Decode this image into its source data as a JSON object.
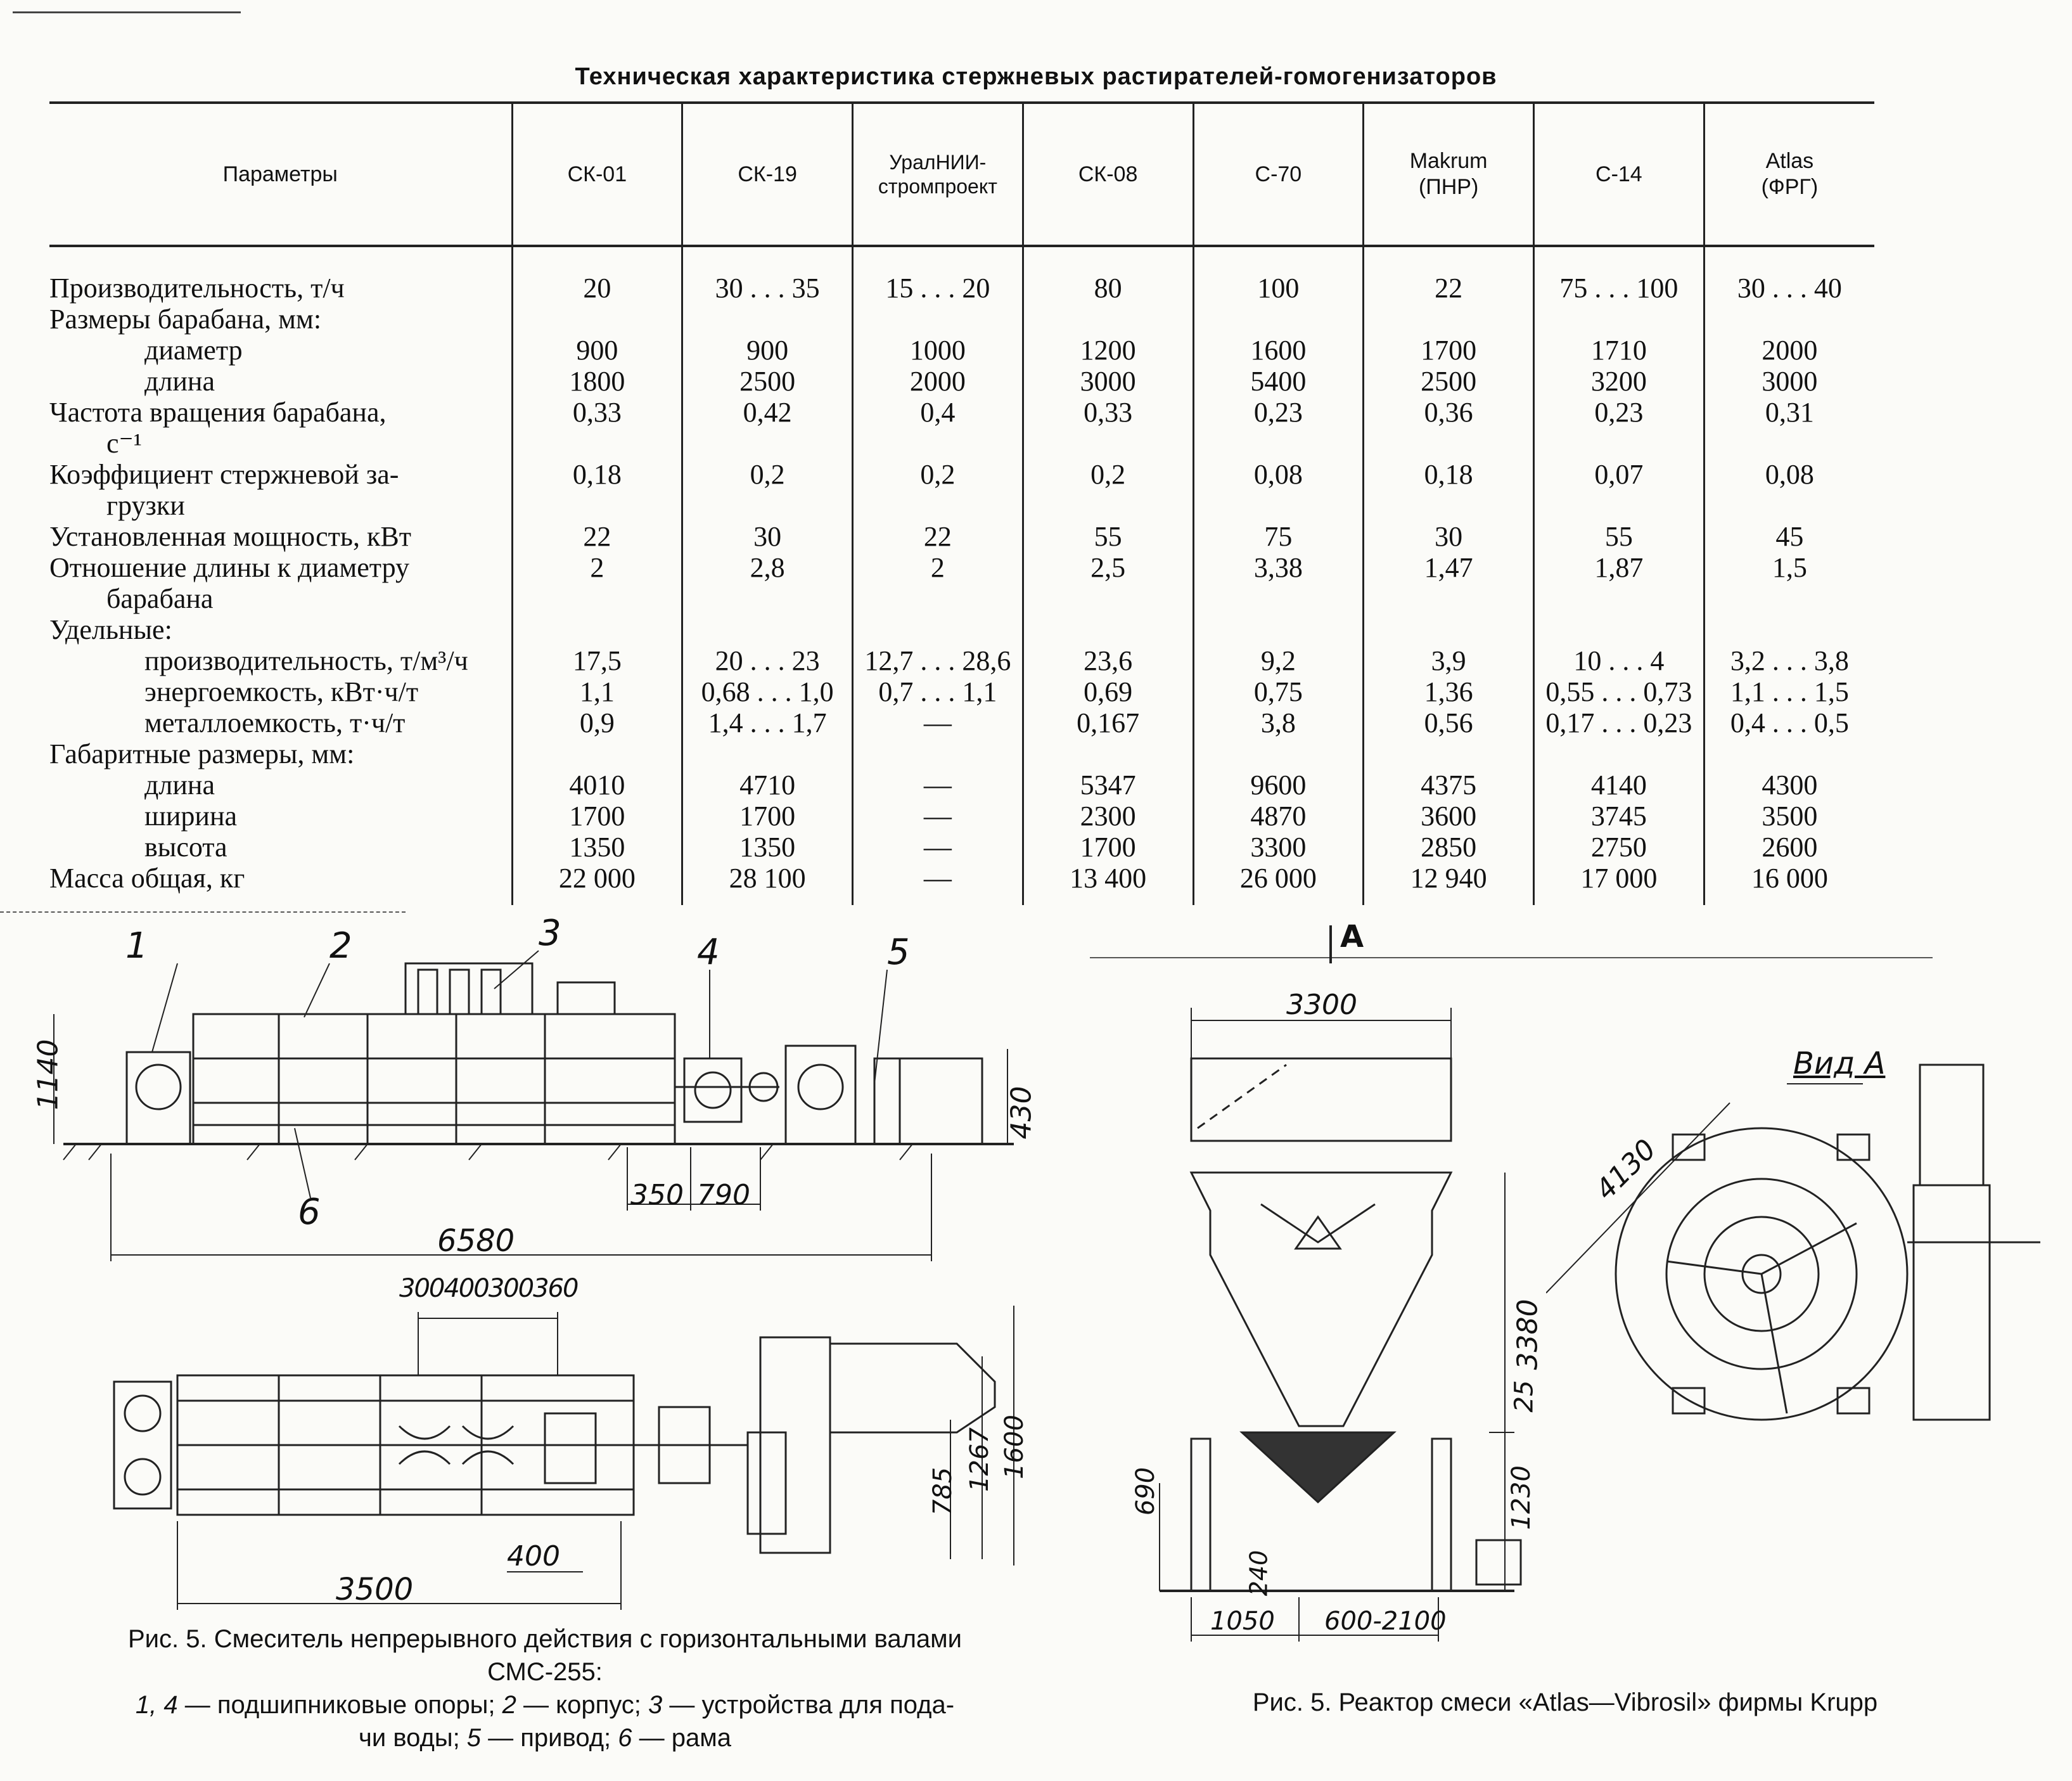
{
  "table": {
    "title": "Техническая характеристика стержневых растирателей-гомогенизаторов",
    "columns": [
      "Параметры",
      "СК-01",
      "СК-19",
      "УралНИИ-\nстромпроект",
      "СК-08",
      "С-70",
      "Makrum\n(ПНР)",
      "С-14",
      "Atlas\n(ФРГ)"
    ],
    "rows": [
      {
        "label": "Производительность, т/ч",
        "indent": 0,
        "values": [
          "20",
          "30 . . . 35",
          "15 . . . 20",
          "80",
          "100",
          "22",
          "75 . . . 100",
          "30 . . . 40"
        ]
      },
      {
        "label": "Размеры барабана, мм:",
        "indent": 0,
        "values": [
          "",
          "",
          "",
          "",
          "",
          "",
          "",
          ""
        ]
      },
      {
        "label": "диаметр",
        "indent": 2,
        "values": [
          "900",
          "900",
          "1000",
          "1200",
          "1600",
          "1700",
          "1710",
          "2000"
        ]
      },
      {
        "label": "длина",
        "indent": 2,
        "values": [
          "1800",
          "2500",
          "2000",
          "3000",
          "5400",
          "2500",
          "3200",
          "3000"
        ]
      },
      {
        "label": "Частота вращения барабана,",
        "label2": "с⁻¹",
        "indent": 0,
        "values": [
          "0,33",
          "0,42",
          "0,4",
          "0,33",
          "0,23",
          "0,36",
          "0,23",
          "0,31"
        ]
      },
      {
        "label": "Коэффициент стержневой за-",
        "label2": "грузки",
        "indent": 0,
        "values": [
          "0,18",
          "0,2",
          "0,2",
          "0,2",
          "0,08",
          "0,18",
          "0,07",
          "0,08"
        ]
      },
      {
        "label": "Установленная мощность, кВт",
        "indent": 0,
        "values": [
          "22",
          "30",
          "22",
          "55",
          "75",
          "30",
          "55",
          "45"
        ]
      },
      {
        "label": "Отношение длины к диаметру",
        "label2": "барабана",
        "indent": 0,
        "values": [
          "2",
          "2,8",
          "2",
          "2,5",
          "3,38",
          "1,47",
          "1,87",
          "1,5"
        ]
      },
      {
        "label": "Удельные:",
        "indent": 0,
        "values": [
          "",
          "",
          "",
          "",
          "",
          "",
          "",
          ""
        ]
      },
      {
        "label": "производительность, т/м³/ч",
        "indent": 2,
        "values": [
          "17,5",
          "20 . . . 23",
          "12,7 . . . 28,6",
          "23,6",
          "9,2",
          "3,9",
          "10 . . . 4",
          "3,2 . . . 3,8"
        ]
      },
      {
        "label": "энергоемкость, кВт·ч/т",
        "indent": 2,
        "values": [
          "1,1",
          "0,68 . . . 1,0",
          "0,7 . . . 1,1",
          "0,69",
          "0,75",
          "1,36",
          "0,55 . . . 0,73",
          "1,1 . . . 1,5"
        ]
      },
      {
        "label": "металлоемкость, т·ч/т",
        "indent": 2,
        "values": [
          "0,9",
          "1,4 . . . 1,7",
          "—",
          "0,167",
          "3,8",
          "0,56",
          "0,17 . . . 0,23",
          "0,4 . . . 0,5"
        ]
      },
      {
        "label": "Габаритные размеры, мм:",
        "indent": 0,
        "values": [
          "",
          "",
          "",
          "",
          "",
          "",
          "",
          ""
        ]
      },
      {
        "label": "длина",
        "indent": 2,
        "values": [
          "4010",
          "4710",
          "—",
          "5347",
          "9600",
          "4375",
          "4140",
          "4300"
        ]
      },
      {
        "label": "ширина",
        "indent": 2,
        "values": [
          "1700",
          "1700",
          "—",
          "2300",
          "4870",
          "3600",
          "3745",
          "3500"
        ]
      },
      {
        "label": "высота",
        "indent": 2,
        "values": [
          "1350",
          "1350",
          "—",
          "1700",
          "3300",
          "2850",
          "2750",
          "2600"
        ]
      },
      {
        "label": "Масса общая, кг",
        "indent": 0,
        "values": [
          "22 000",
          "28 100",
          "—",
          "13 400",
          "26 000",
          "12 940",
          "17 000",
          "16 000"
        ]
      }
    ]
  },
  "fig_left": {
    "part_numbers": [
      "1",
      "2",
      "3",
      "4",
      "5",
      "6"
    ],
    "dims_side": [
      "1140",
      "430",
      "350",
      "790",
      "6580"
    ],
    "dims_top": [
      "300",
      "400",
      "300",
      "360",
      "785",
      "1267",
      "1600",
      "400",
      "3500"
    ],
    "caption_title": "Рис. 5. Смеситель непрерывного действия с горизонтальными валами",
    "caption_model": "СМС-255:",
    "legend_a": "1, 4",
    "legend_a_text": " — подшипниковые опоры; ",
    "legend_b": "2",
    "legend_b_text": " — корпус; ",
    "legend_c": "3",
    "legend_c_text": " — устройства для пода-",
    "legend_d_text": "чи воды; ",
    "legend_e": "5",
    "legend_e_text": " — привод; ",
    "legend_f": "6",
    "legend_f_text": " — рама"
  },
  "fig_right": {
    "view_marker": "A",
    "view_label": "Вид А",
    "dims": [
      "3300",
      "3380",
      "25",
      "1230",
      "690",
      "240",
      "1050",
      "600-2100",
      "4130"
    ],
    "caption": "Рис. 5. Реактор смеси «Atlas—Vibrosil» фирмы Krupp"
  }
}
